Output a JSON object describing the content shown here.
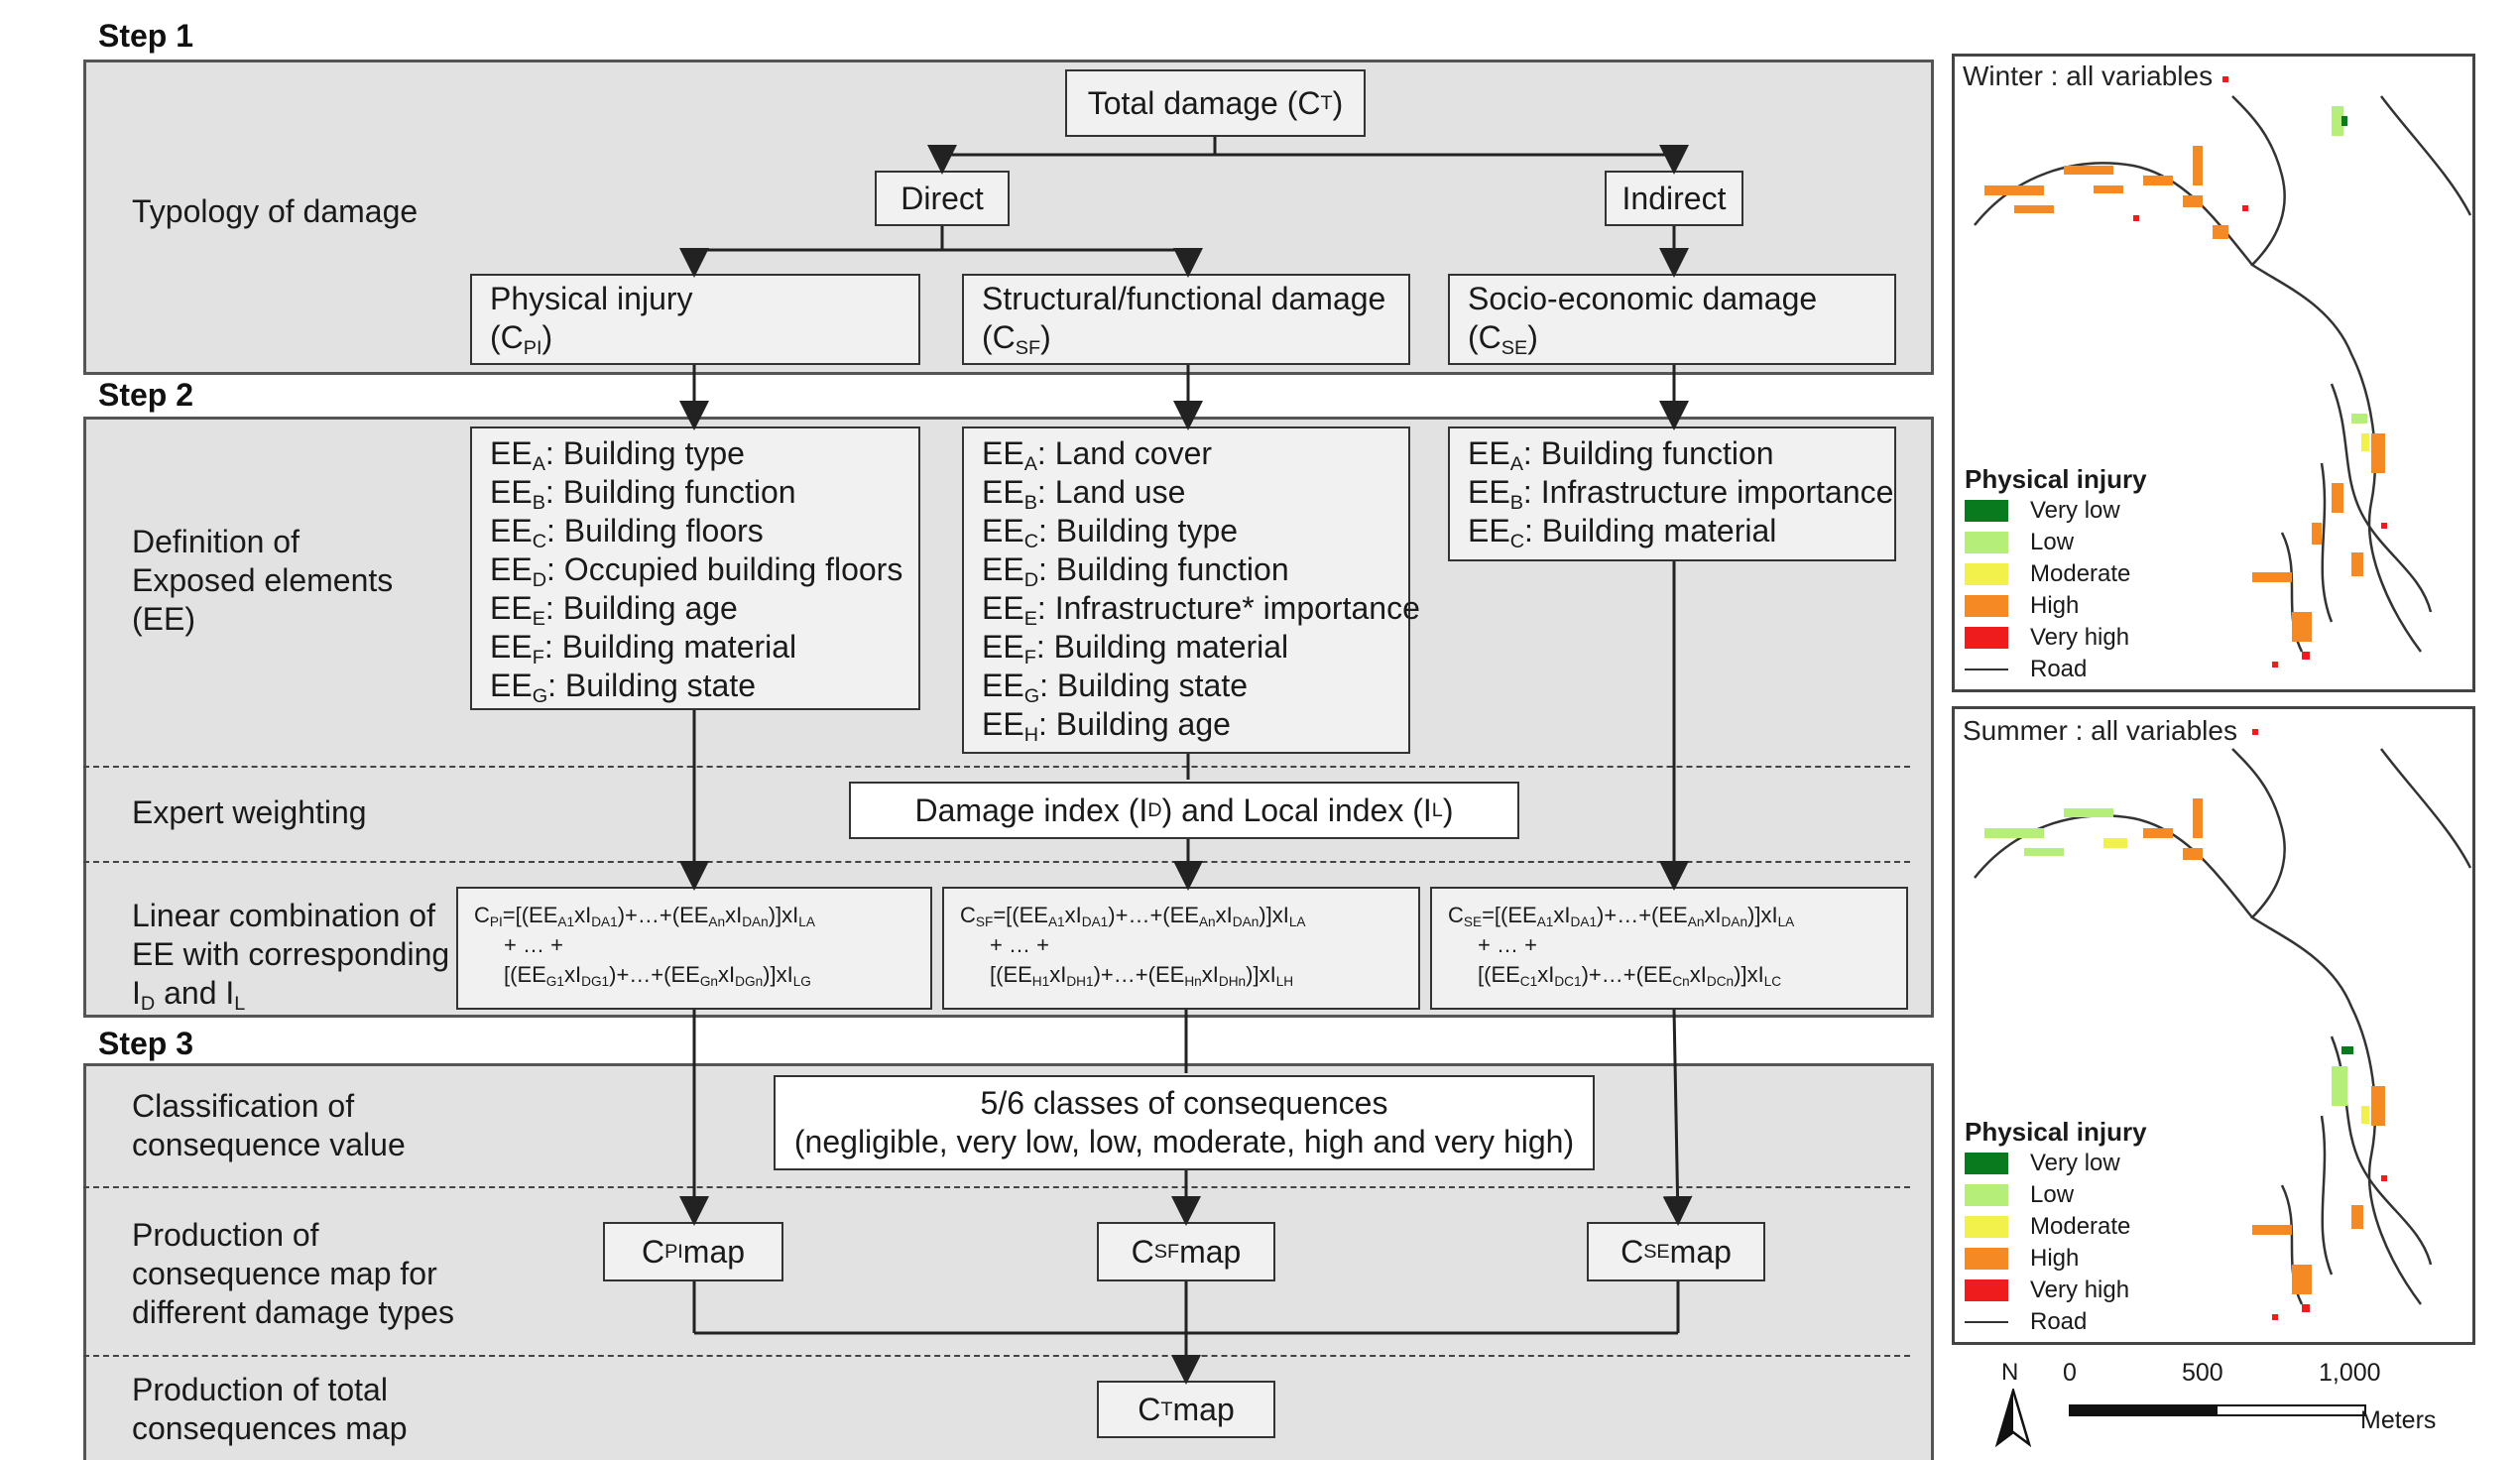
{
  "steps": {
    "s1": "Step 1",
    "s2": "Step 2",
    "s3": "Step 3"
  },
  "rows": {
    "typology": "Typology of damage",
    "definition": [
      "Definition of",
      "Exposed elements",
      "(EE)"
    ],
    "expert": "Expert weighting",
    "linear": [
      "Linear combination of",
      "EE with corresponding",
      "I",
      "D",
      " and I",
      "L"
    ],
    "classification": [
      "Classification of",
      "consequence value"
    ],
    "production_map": [
      "Production of",
      "consequence map for",
      "different damage types"
    ],
    "production_total": [
      "Production of total",
      "consequences map"
    ]
  },
  "boxes": {
    "total_damage": {
      "text": "Total damage (C",
      "sub": "T",
      "close": ")"
    },
    "direct": "Direct",
    "indirect": "Indirect",
    "physical": {
      "title": "Physical injury",
      "code": "(C",
      "sub": "PI",
      "close": ")"
    },
    "structural": {
      "title": "Structural/functional damage",
      "code": "(C",
      "sub": "SF",
      "close": ")"
    },
    "socio": {
      "title": "Socio-economic damage",
      "code": "(C",
      "sub": "SE",
      "close": ")"
    },
    "damage_index": [
      "Damage index (I",
      "D",
      ") and Local index (I",
      "L",
      ")"
    ],
    "classes": [
      "5/6 classes of consequences",
      "(negligible, very low, low, moderate, high and very high)"
    ],
    "cpi_map": {
      "c": "C",
      "sub": "PI",
      "rest": " map"
    },
    "csf_map": {
      "c": "C",
      "sub": "SF",
      "rest": " map"
    },
    "cse_map": {
      "c": "C",
      "sub": "SE",
      "rest": " map"
    },
    "ct_map": {
      "c": "C",
      "sub": "T",
      "rest": " map"
    }
  },
  "ee_physical": [
    {
      "sub": "A",
      "text": ": Building type"
    },
    {
      "sub": "B",
      "text": ": Building function"
    },
    {
      "sub": "C",
      "text": ": Building floors"
    },
    {
      "sub": "D",
      "text": ": Occupied building floors"
    },
    {
      "sub": "E",
      "text": ": Building age"
    },
    {
      "sub": "F",
      "text": ": Building material"
    },
    {
      "sub": "G",
      "text": ": Building state"
    }
  ],
  "ee_structural": [
    {
      "sub": "A",
      "text": ": Land cover"
    },
    {
      "sub": "B",
      "text": ": Land use"
    },
    {
      "sub": "C",
      "text": ": Building type"
    },
    {
      "sub": "D",
      "text": ": Building function"
    },
    {
      "sub": "E",
      "text": ": Infrastructure* importance"
    },
    {
      "sub": "F",
      "text": ": Building material"
    },
    {
      "sub": "G",
      "text": ": Building state"
    },
    {
      "sub": "H",
      "text": ": Building age"
    }
  ],
  "ee_socio": [
    {
      "sub": "A",
      "text": ": Building function"
    },
    {
      "sub": "B",
      "text": ": Infrastructure importance"
    },
    {
      "sub": "C",
      "text": ": Building material"
    }
  ],
  "formulas": {
    "pi": {
      "c": "C",
      "csub": "PI",
      "l1": "=[(EE",
      "s1": "A1",
      "l2": "xI",
      "s2": "DA1",
      "l3": ")+…+(EE",
      "s3": "An",
      "l4": "xI",
      "s4": "DAn",
      "l5": ")]xI",
      "s5": "LA",
      "mid": "+ … +",
      "m1": "[(EE",
      "t1": "G1",
      "m2": "xI",
      "t2": "DG1",
      "m3": ")+…+(EE",
      "t3": "Gn",
      "m4": "xI",
      "t4": "DGn",
      "m5": ")]xI",
      "t5": "LG"
    },
    "sf": {
      "c": "C",
      "csub": "SF",
      "l1": "=[(EE",
      "s1": "A1",
      "l2": "xI",
      "s2": "DA1",
      "l3": ")+…+(EE",
      "s3": "An",
      "l4": "xI",
      "s4": "DAn",
      "l5": ")]xI",
      "s5": "LA",
      "mid": "+ … +",
      "m1": "[(EE",
      "t1": "H1",
      "m2": "xI",
      "t2": "DH1",
      "m3": ")+…+(EE",
      "t3": "Hn",
      "m4": "xI",
      "t4": "DHn",
      "m5": ")]xI",
      "t5": "LH"
    },
    "se": {
      "c": "C",
      "csub": "SE",
      "l1": "=[(EE",
      "s1": "A1",
      "l2": "xI",
      "s2": "DA1",
      "l3": ")+…+(EE",
      "s3": "An",
      "l4": "xI",
      "s4": "DAn",
      "l5": ")]xI",
      "s5": "LA",
      "mid": "+ … +",
      "m1": "[(EE",
      "t1": "C1",
      "m2": "xI",
      "t2": "DC1",
      "m3": ")+…+(EE",
      "t3": "Cn",
      "m4": "xI",
      "t4": "DCn",
      "m5": ")]xI",
      "t5": "LC"
    }
  },
  "maps": {
    "winter_title": "Winter : all variables",
    "summer_title": "Summer : all variables",
    "legend_title": "Physical injury",
    "legend": [
      {
        "label": "Very low",
        "color": "#0a7a1f"
      },
      {
        "label": "Low",
        "color": "#b6ee7a"
      },
      {
        "label": "Moderate",
        "color": "#f2f04a"
      },
      {
        "label": "High",
        "color": "#f58a24"
      },
      {
        "label": "Very high",
        "color": "#ee1c1c"
      }
    ],
    "road_label": "Road",
    "north": "N",
    "scale": {
      "ticks": [
        "0",
        "500",
        "1,000"
      ],
      "unit": "Meters"
    }
  }
}
